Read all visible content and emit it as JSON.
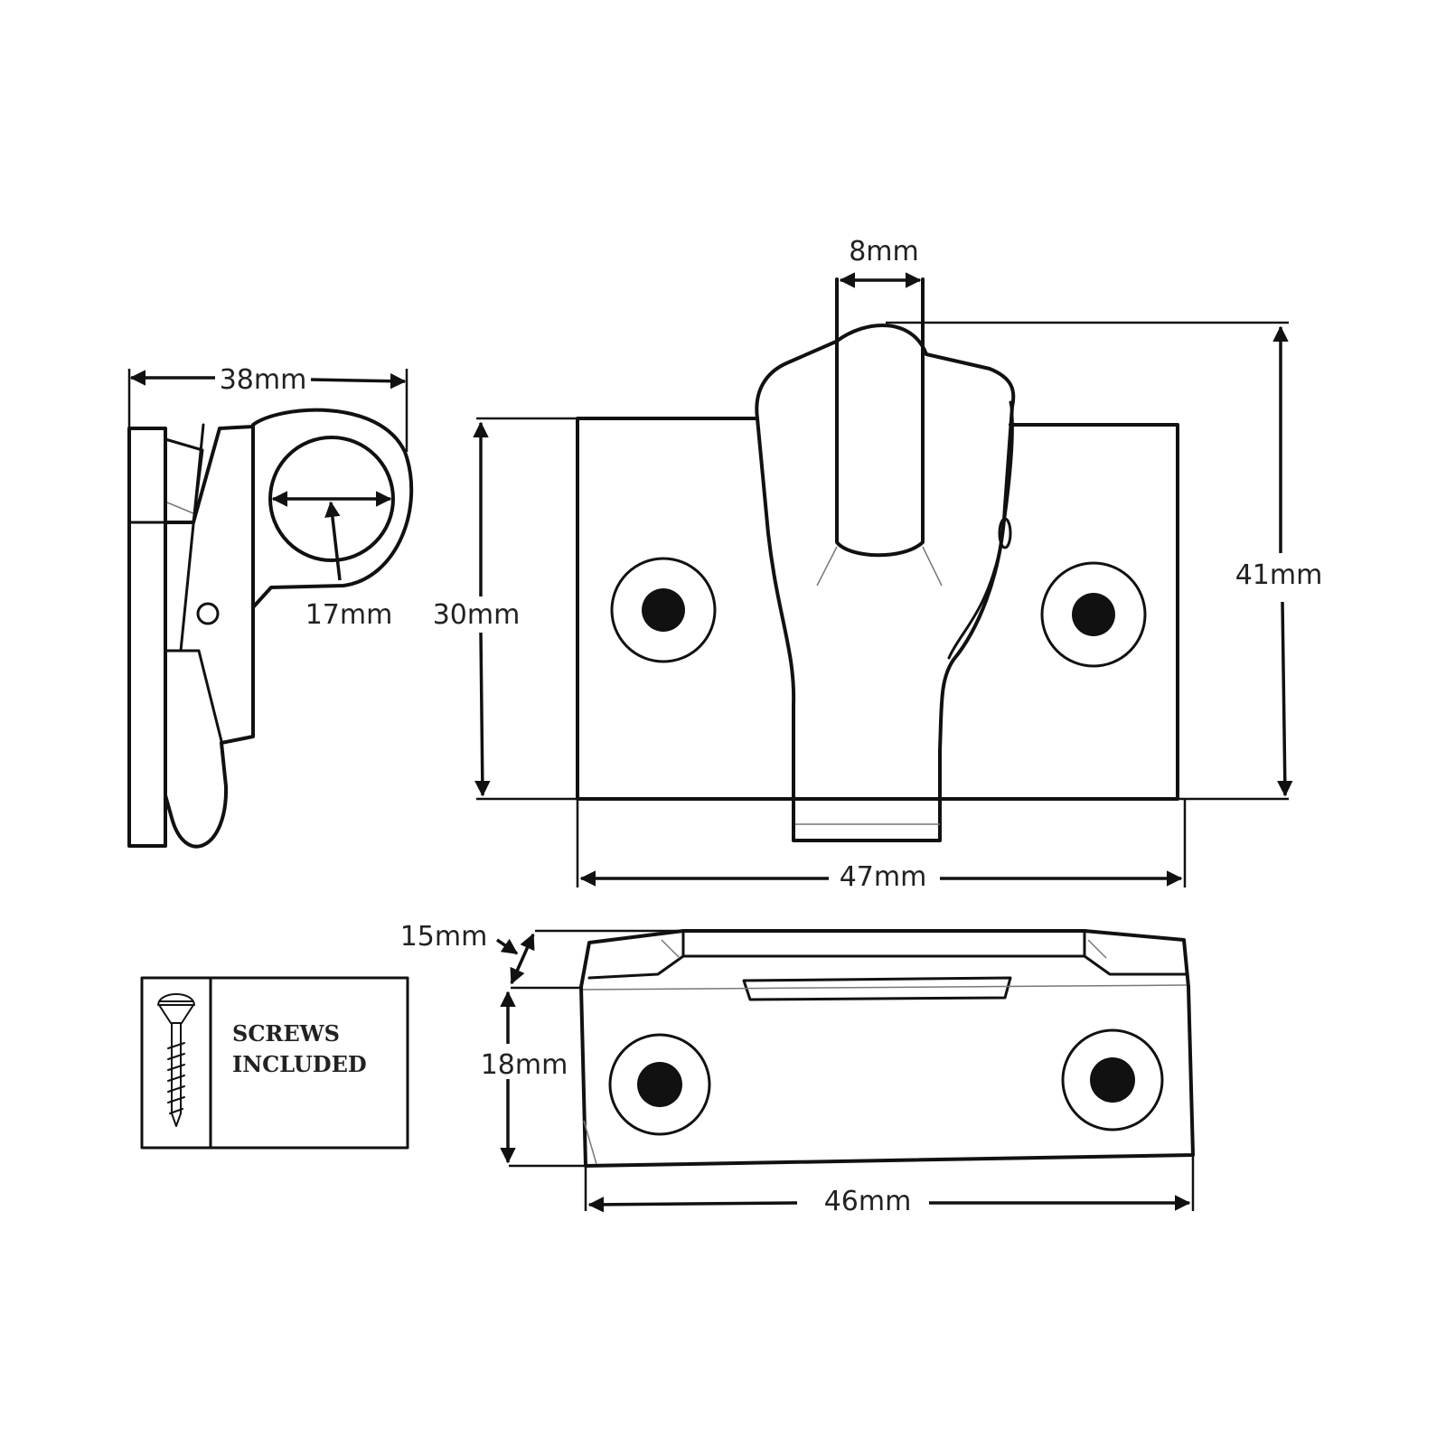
{
  "dimensions": {
    "side_width": "38mm",
    "ring_diameter": "17mm",
    "top_tongue_width": "8mm",
    "front_height": "30mm",
    "overall_height": "41mm",
    "front_width": "47mm",
    "keep_lip": "15mm",
    "keep_height": "18mm",
    "keep_width": "46mm"
  },
  "screws_box": {
    "line1": "SCREWS",
    "line2": "INCLUDED",
    "icon": "wood-screw-icon"
  },
  "colors": {
    "line": "#111111",
    "background": "#ffffff"
  }
}
